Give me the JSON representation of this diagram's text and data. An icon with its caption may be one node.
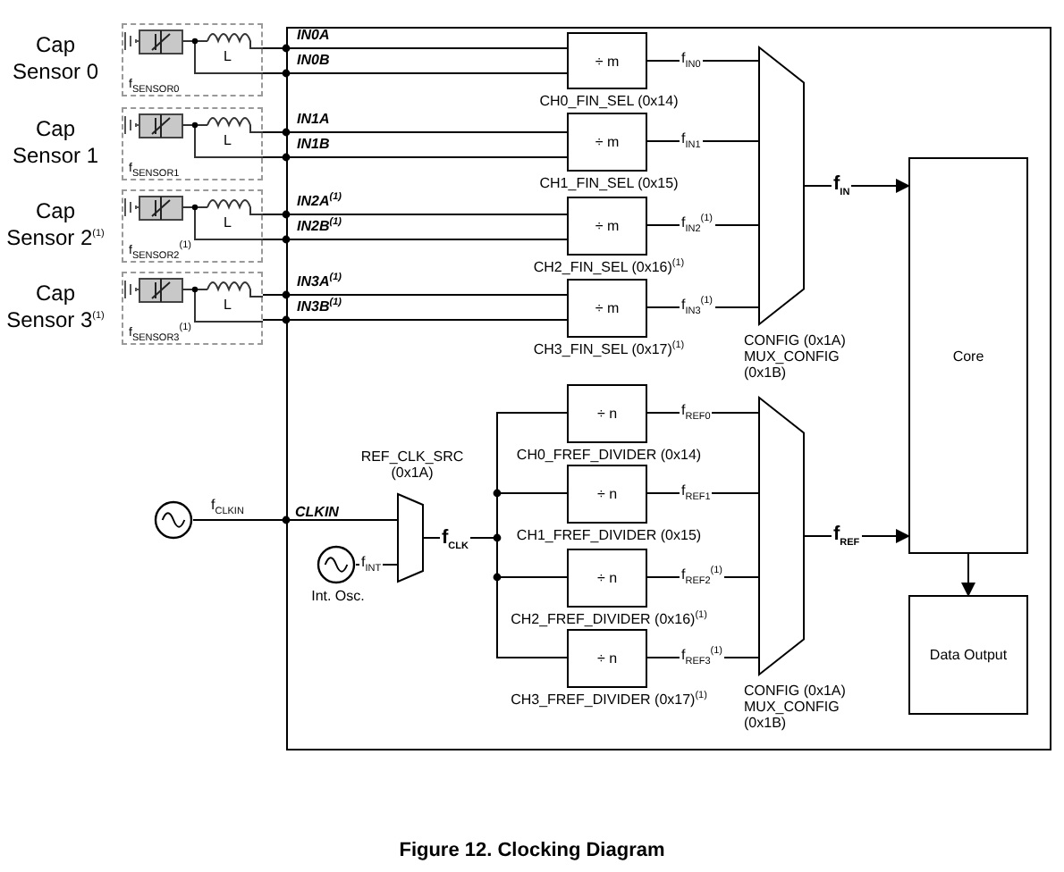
{
  "diagram": {
    "caption": "Figure 12. Clocking Diagram",
    "nodes": [
      {
        "text": [],
        "shape": "box"
      },
      {
        "text": [
          "L",
          "f$_{SENSOR0}$"
        ],
        "beside": [
          "Cap Sensor 0"
        ]
      },
      {
        "text": [
          "L",
          "f$_{SENSOR1}$"
        ],
        "beside": [
          "Cap Sensor 1"
        ]
      },
      {
        "text": [
          "L",
          "f$_{SENSOR2}$$^{(1)}$"
        ],
        "beside": [
          "Cap Sensor 2$^{(1)}$"
        ]
      },
      {
        "text": [
          "L",
          "f$_{SENSOR3}$$^{(1)}$"
        ],
        "beside": [
          "Cap Sensor 3$^{(1)}$"
        ]
      },
      {
        "text": [
          "÷ m"
        ],
        "beside": [
          "CH0_FIN_SEL (0x14)"
        ],
        "in": 0
      },
      {
        "text": [
          "÷ m"
        ],
        "beside": [
          "CH1_FIN_SEL (0x15)"
        ],
        "in": 0
      },
      {
        "text": [
          "÷ m"
        ],
        "beside": [
          "CH2_FIN_SEL (0x16)$^{(1)}$"
        ],
        "in": 0
      },
      {
        "text": [
          "÷ m"
        ],
        "beside": [
          "CH3_FIN_SEL (0x17)$^{(1)}$"
        ],
        "in": 0
      },
      {
        "text": [],
        "shape": "trapezoid",
        "beside": [
          "CONFIG (0x1A) MUX_CONFIG (0x1B)"
        ],
        "in": 0
      },
      {
        "text": [
          "Core"
        ],
        "in": 0
      },
      {
        "text": [
          "Data Output"
        ],
        "in": 0
      },
      {
        "text": [],
        "shape": "circle"
      },
      {
        "text": [],
        "shape": "circle",
        "beside": [
          "Int. Osc."
        ],
        "in": 0
      },
      {
        "text": [],
        "shape": "trapezoid",
        "beside": [
          "REF_CLK_SRC (0x1A)"
        ],
        "in": 0
      },
      {
        "text": [
          "÷ n"
        ],
        "beside": [
          "CH0_FREF_DIVIDER (0x14)"
        ],
        "in": 0
      },
      {
        "text": [
          "÷ n"
        ],
        "beside": [
          "CH1_FREF_DIVIDER (0x15)"
        ],
        "in": 0
      },
      {
        "text": [
          "÷ n"
        ],
        "beside": [
          "CH2_FREF_DIVIDER (0x16)$^{(1)}$"
        ],
        "in": 0
      },
      {
        "text": [
          "÷ n"
        ],
        "beside": [
          "CH3_FREF_DIVIDER (0x17)$^{(1)}$"
        ],
        "in": 0
      },
      {
        "text": [],
        "shape": "trapezoid",
        "beside": [
          "CONFIG (0x1A) MUX_CONFIG (0x1B)"
        ],
        "in": 0
      }
    ],
    "edges": [
      {
        "from": 1,
        "to": 5,
        "arrow": "none",
        "label": "IN0A"
      },
      {
        "from": 1,
        "to": 5,
        "arrow": "none",
        "label": "IN0B"
      },
      {
        "from": 2,
        "to": 6,
        "arrow": "none",
        "label": "IN1A"
      },
      {
        "from": 2,
        "to": 6,
        "arrow": "none",
        "label": "IN1B"
      },
      {
        "from": 3,
        "to": 7,
        "arrow": "none",
        "label": "IN2A$^{(1)}$"
      },
      {
        "from": 3,
        "to": 7,
        "arrow": "none",
        "label": "IN2B$^{(1)}$"
      },
      {
        "from": 4,
        "to": 8,
        "arrow": "none",
        "label": "IN3A$^{(1)}$"
      },
      {
        "from": 4,
        "to": 8,
        "arrow": "none",
        "label": "IN3B$^{(1)}$"
      },
      {
        "from": 5,
        "to": 9,
        "arrow": "none",
        "label": "f$_{IN0}$"
      },
      {
        "from": 6,
        "to": 9,
        "arrow": "none",
        "label": "f$_{IN1}$"
      },
      {
        "from": 7,
        "to": 9,
        "arrow": "none",
        "label": "f$_{IN2}$$^{(1)}$"
      },
      {
        "from": 8,
        "to": 9,
        "arrow": "none",
        "label": "f$_{IN3}$$^{(1)}$"
      },
      {
        "from": 9,
        "to": 10,
        "arrow": "to",
        "label": "f$_{IN}$"
      },
      {
        "from": 12,
        "to": 14,
        "arrow": "none",
        "label": "f$_{CLKIN}$"
      },
      {
        "from": 13,
        "to": 14,
        "arrow": "none",
        "label": "f$_{INT}$"
      },
      {
        "from": 14,
        "to": 15,
        "arrow": "none",
        "label": "f$_{CLK}$"
      },
      {
        "from": 14,
        "to": 16,
        "arrow": "none"
      },
      {
        "from": 14,
        "to": 17,
        "arrow": "none"
      },
      {
        "from": 14,
        "to": 18,
        "arrow": "none"
      },
      {
        "from": 15,
        "to": 19,
        "arrow": "none",
        "label": "f$_{REF0}$"
      },
      {
        "from": 16,
        "to": 19,
        "arrow": "none",
        "label": "f$_{REF1}$"
      },
      {
        "from": 17,
        "to": 19,
        "arrow": "none",
        "label": "f$_{REF2}$$^{(1)}$"
      },
      {
        "from": 18,
        "to": 19,
        "arrow": "none",
        "label": "f$_{REF3}$$^{(1)}$"
      },
      {
        "from": 19,
        "to": 10,
        "arrow": "to",
        "label": "f$_{REF}$"
      },
      {
        "from": 10,
        "to": 11,
        "arrow": "to"
      }
    ],
    "labels": [
      "CLKIN"
    ]
  }
}
